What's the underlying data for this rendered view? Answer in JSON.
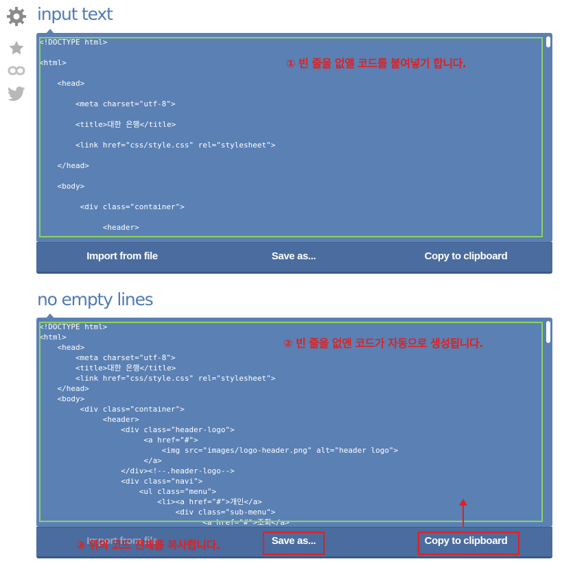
{
  "sections": [
    {
      "title": "input text",
      "code": "<!DOCTYPE html>\n\n<html>\n\n    <head>\n\n        <meta charset=\"utf-8\">\n\n        <title>대한 은행</title>\n\n        <link href=\"css/style.css\" rel=\"stylesheet\">\n\n    </head>\n\n    <body>\n\n         <div class=\"container\">\n\n              <header>",
      "annotation": "① 빈 줄을 없앨 코드를 붙여넣기 합니다.",
      "buttons": {
        "import": "Import from file",
        "save": "Save as...",
        "copy": "Copy to clipboard"
      }
    },
    {
      "title": "no empty lines",
      "code": "<!DOCTYPE html>\n<html>\n    <head>\n        <meta charset=\"utf-8\">\n        <title>대한 은행</title>\n        <link href=\"css/style.css\" rel=\"stylesheet\">\n    </head>\n    <body>\n         <div class=\"container\">\n              <header>\n                  <div class=\"header-logo\">\n                       <a href=\"#\">\n                           <img src=\"images/logo-header.png\" alt=\"header logo\">\n                       </a>\n                  </div><!--.header-logo-->\n                  <div class=\"navi\">\n                      <ul class=\"menu\">\n                          <li><a href=\"#\">개인</a>\n                              <div class=\"sub-menu\">\n                                    <a href=\"#\">조회</a>",
      "annotation": "② 빈 줄을 없앤 코드가 자동으로 생성됩니다.",
      "buttons": {
        "import": "Import from file",
        "save": "Save as...",
        "copy": "Copy to clipboard"
      },
      "bottom_annotation": "③ 위의 코드 전체를 복사합니다."
    }
  ],
  "sidebar": {
    "icons": [
      "gear-icon",
      "star-icon",
      "link-icon",
      "twitter-icon"
    ]
  },
  "colors": {
    "panel": "#5a80b4",
    "button_bar": "#4a6c9e",
    "title": "#4f7bb4",
    "highlight": "#8fd35c",
    "annotation": "#e02020"
  }
}
